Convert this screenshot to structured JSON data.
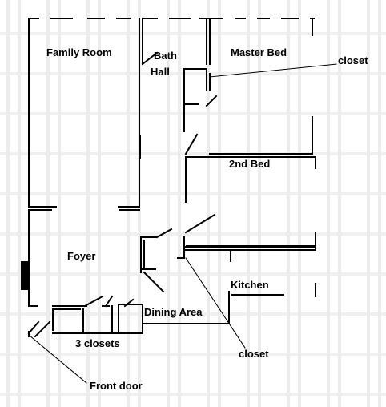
{
  "rooms": {
    "family_room": "Family Room",
    "bath": "Bath",
    "hall": "Hall",
    "master_bed": "Master Bed",
    "closet_master": "closet",
    "second_bed": "2nd Bed",
    "foyer": "Foyer",
    "kitchen": "Kitchen",
    "dining_area": "Dining Area",
    "closet_dining": "closet",
    "three_closets": "3 closets",
    "front_door": "Front door"
  },
  "colors": {
    "walls": "#000000",
    "watermark": "#e6e6e6",
    "background": "#ffffff"
  }
}
